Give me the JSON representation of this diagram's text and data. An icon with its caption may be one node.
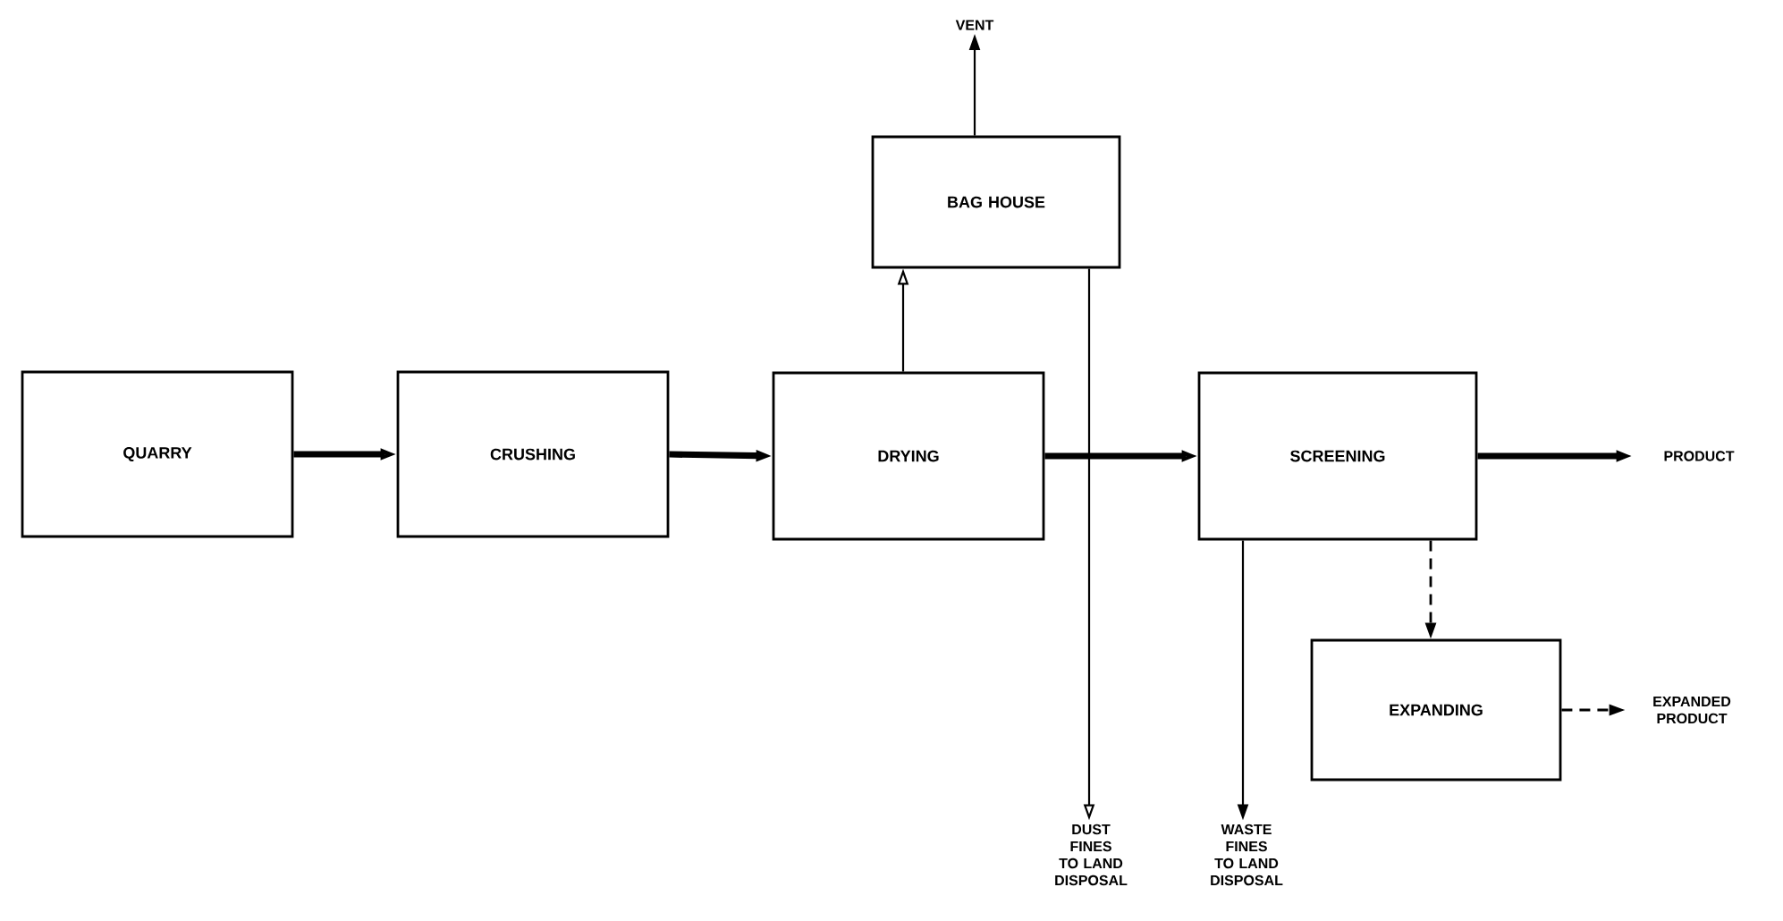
{
  "diagram": {
    "nodes": [
      {
        "text": [
          "VENT"
        ]
      },
      {
        "text": [
          "BAG HOUSE"
        ]
      },
      {
        "text": [
          "QUARRY"
        ]
      },
      {
        "text": [
          "CRUSHING"
        ]
      },
      {
        "text": [
          "DRYING"
        ]
      },
      {
        "text": [
          "SCREENING"
        ]
      },
      {
        "text": [
          "PRODUCT"
        ]
      },
      {
        "text": [
          "EXPANDING"
        ]
      },
      {
        "text": [
          "EXPANDED PRODUCT"
        ]
      },
      {
        "text": [
          "DUST FINES TO LAND DISPOSAL"
        ]
      },
      {
        "text": [
          "WASTE FINES TO LAND DISPOSAL"
        ]
      }
    ],
    "edges": [
      {
        "from": 2,
        "to": 3,
        "arrow": "to",
        "style": "thick"
      },
      {
        "from": 3,
        "to": 4,
        "arrow": "to",
        "style": "thick"
      },
      {
        "from": 4,
        "to": 5,
        "arrow": "to",
        "style": "thick"
      },
      {
        "from": 4,
        "to": 1,
        "arrow": "to"
      },
      {
        "from": 1,
        "to": 0,
        "arrow": "to"
      },
      {
        "from": 1,
        "to": 9,
        "arrow": "to"
      },
      {
        "from": 5,
        "to": 6,
        "arrow": "to",
        "style": "thick"
      },
      {
        "from": 5,
        "to": 10,
        "arrow": "to"
      },
      {
        "from": 5,
        "to": 7,
        "arrow": "to",
        "style": "dashed"
      },
      {
        "from": 7,
        "to": 8,
        "arrow": "to",
        "style": "dashed"
      }
    ]
  }
}
